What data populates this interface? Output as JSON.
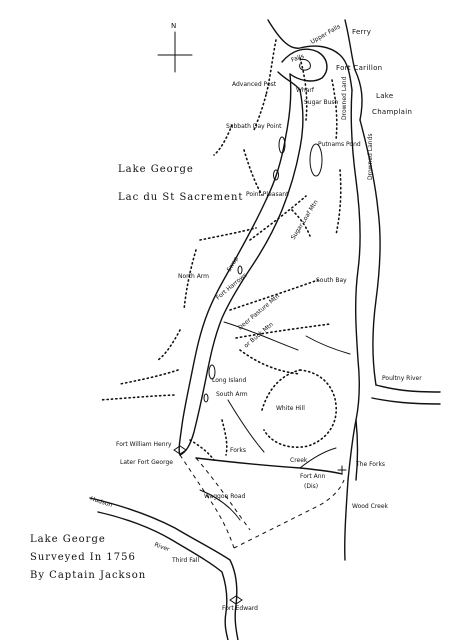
{
  "compass": {
    "north_label": "N"
  },
  "title": {
    "line1": "Lake George",
    "line2": "Lac du St Sacrement"
  },
  "caption": {
    "line1": "Lake George",
    "line2": "Surveyed In 1756",
    "line3": "By Captain Jackson"
  },
  "labels": {
    "ferry": "Ferry",
    "upper_falls": "Upper Falls",
    "falls": "Falls",
    "fort_carillon": "Fort Carillon",
    "advanced_post": "Advanced Post",
    "wharf": "Wharf",
    "sugar_bush": "Sugar Bush",
    "lake_champlain_lake": "Lake",
    "lake_champlain": "Champlain",
    "drowned_land_1": "Drowned Land",
    "drowned_land_2": "Drowned Lands",
    "sabbath_day_point": "Sabbath Day Point",
    "putnams_pond": "Putnams Pond",
    "point_pleasant": "Point Pleasant",
    "sugar_loaf_mtn": "Sugar Loaf Mtn",
    "north_arm": "North Arm",
    "fort_harrows": "Fort Harrows",
    "swap": "Swap",
    "deer_pasture_mtn": "Deer Pasture Mtn",
    "or_buck_mtn": "or Buck Mtn",
    "south_bay": "South Bay",
    "long_island": "Long Island",
    "south_arm": "South Arm",
    "poultny_river": "Poultny River",
    "white_hill": "White Hill",
    "fort_william_henry": "Fort William Henry",
    "later_fort_george": "Later Fort George",
    "forks_creek_1": "Forks",
    "forks_creek_2": "Creek",
    "the_forks": "The Forks",
    "fort_ann": "Fort Ann",
    "fort_ann_dis": "(Dis)",
    "waggon_road": "Waggon Road",
    "wood_creek": "Wood Creek",
    "hudson_river_1": "Hudson",
    "hudson_river_2": "River",
    "third_fall": "Third Fall",
    "fort_edward": "Fort Edward"
  }
}
